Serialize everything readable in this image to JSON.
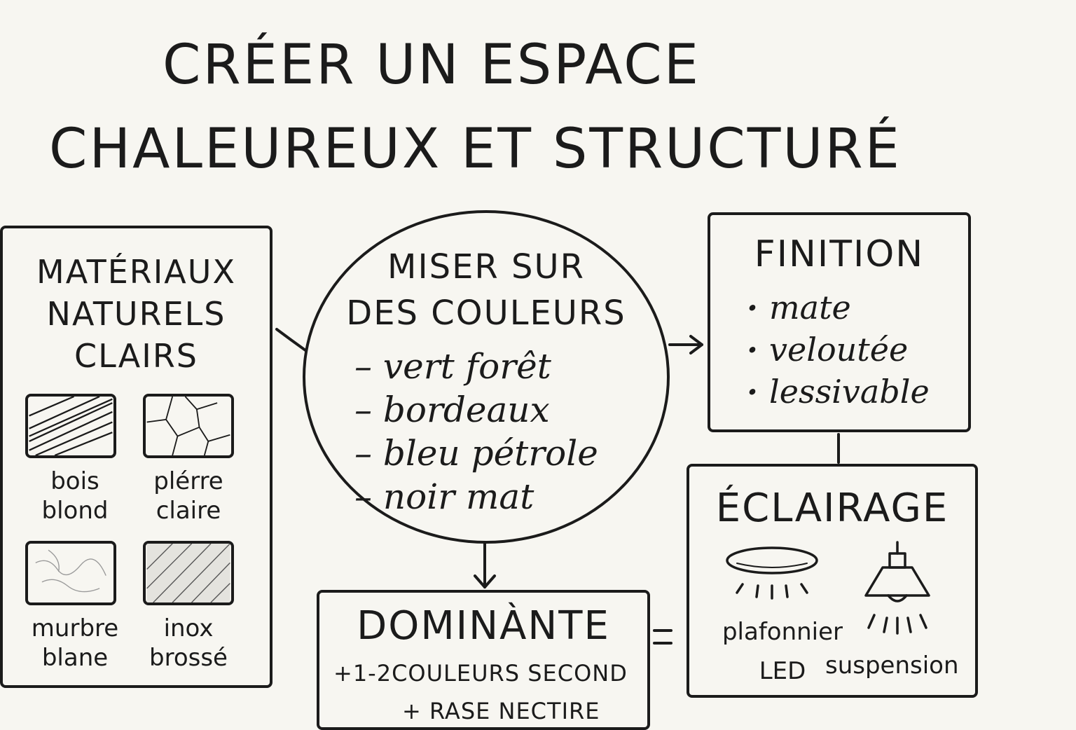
{
  "title": {
    "line1": "CRÉER UN ESPACE",
    "line2": "CHALEUREUX ET STRUCTURÉ"
  },
  "materials": {
    "title": [
      "MATÉRIAUX",
      "NATURELS",
      "CLAIRS"
    ],
    "items": [
      {
        "line1": "bois",
        "line2": "blond",
        "icon": "wood-grain-swatch"
      },
      {
        "line1": "plérre",
        "line2": "claire",
        "icon": "stone-swatch"
      },
      {
        "line1": "murbre",
        "line2": "blane",
        "icon": "marble-swatch"
      },
      {
        "line1": "inox",
        "line2": "brossé",
        "icon": "brushed-steel-swatch"
      }
    ]
  },
  "colors": {
    "title": [
      "MISER SUR",
      "DES COULEURS"
    ],
    "items": [
      "– vert forêt",
      "– bordeaux",
      "– bleu pétrole",
      "– noir mat"
    ]
  },
  "finition": {
    "title": "FINITION",
    "items": [
      "mate",
      "veloutée",
      "lessivable"
    ]
  },
  "eclairage": {
    "title": "ÉCLAIRAGE",
    "items": [
      {
        "line1": "plafonnier",
        "line2": "LED",
        "icon": "ceiling-light-icon"
      },
      {
        "line1": "suspension",
        "icon": "pendant-lamp-icon"
      }
    ]
  },
  "dominante": {
    "title": "DOMINÀNTE",
    "line1": "+1-2COULEURS SECOND",
    "line2": "+ RASE NECTIRE"
  },
  "connector_symbol": "="
}
